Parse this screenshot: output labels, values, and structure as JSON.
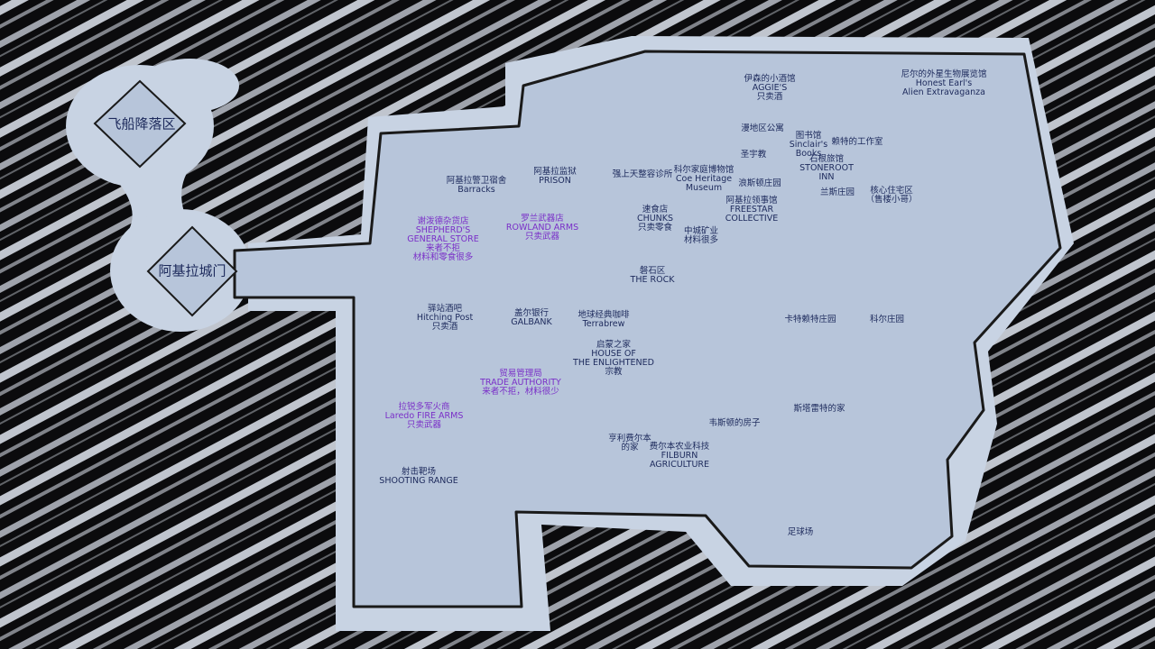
{
  "colors": {
    "background": "#0b0b0d",
    "texture": "#dfe5f0",
    "land": "#b7c5da",
    "halo": "#c8d3e3",
    "border": "#1a1a1a",
    "label": "#1d2a5c",
    "vendor": "#7a2fc8"
  },
  "gates": {
    "landing_zone": "飞船降落区",
    "city_gate": "阿基拉城门"
  },
  "locations": [
    {
      "id": "aggies",
      "lines": [
        "伊森的小酒馆",
        "AGGIE'S",
        "只卖酒"
      ],
      "vendor": false
    },
    {
      "id": "honest-earls",
      "lines": [
        "尼尔的外星生物展览馆",
        "Honest Earl's",
        "Alien Extravaganza"
      ],
      "vendor": false
    },
    {
      "id": "apartments",
      "lines": [
        "漫地区公寓"
      ],
      "vendor": false
    },
    {
      "id": "library",
      "lines": [
        "图书馆",
        "Sinclair's",
        "Books"
      ],
      "vendor": false
    },
    {
      "id": "workshop",
      "lines": [
        "赖特的工作室"
      ],
      "vendor": false
    },
    {
      "id": "church",
      "lines": [
        "圣宇教"
      ],
      "vendor": false
    },
    {
      "id": "stoneroot-inn",
      "lines": [
        "石根旅馆",
        "STONEROOT",
        "INN"
      ],
      "vendor": false
    },
    {
      "id": "prison",
      "lines": [
        "阿基拉监狱",
        "PRISON"
      ],
      "vendor": false
    },
    {
      "id": "barracks",
      "lines": [
        "阿基拉警卫宿舍",
        "Barracks"
      ],
      "vendor": false
    },
    {
      "id": "clinic",
      "lines": [
        "强上天整容诊所"
      ],
      "vendor": false
    },
    {
      "id": "museum",
      "lines": [
        "科尔家庭博物馆",
        "Coe Heritage",
        "Museum"
      ],
      "vendor": false
    },
    {
      "id": "manor",
      "lines": [
        "浪斯顿庄园"
      ],
      "vendor": false
    },
    {
      "id": "lance-manor",
      "lines": [
        "兰斯庄园"
      ],
      "vendor": false
    },
    {
      "id": "core-residential",
      "lines": [
        "核心住宅区",
        "（售楼小哥）"
      ],
      "vendor": false
    },
    {
      "id": "freestar",
      "lines": [
        "阿基拉领事馆",
        "FREESTAR",
        "COLLECTIVE"
      ],
      "vendor": false
    },
    {
      "id": "chunks",
      "lines": [
        "速食店",
        "CHUNKS",
        "只卖零食"
      ],
      "vendor": false
    },
    {
      "id": "mining",
      "lines": [
        "中城矿业",
        "材料很多"
      ],
      "vendor": false
    },
    {
      "id": "shepherds",
      "lines": [
        "谢泼德杂货店",
        "SHEPHERD'S",
        "GENERAL STORE",
        "来者不拒",
        "材料和零食很多"
      ],
      "vendor": true
    },
    {
      "id": "rowland",
      "lines": [
        "罗兰武器店",
        "ROWLAND ARMS",
        "只卖武器"
      ],
      "vendor": true
    },
    {
      "id": "the-rock",
      "lines": [
        "磐石区",
        "THE ROCK"
      ],
      "vendor": false
    },
    {
      "id": "hitching-post",
      "lines": [
        "驿站酒吧",
        "Hitching Post",
        "只卖酒"
      ],
      "vendor": false
    },
    {
      "id": "galbank",
      "lines": [
        "盖尔银行",
        "GALBANK"
      ],
      "vendor": false
    },
    {
      "id": "terrabrew",
      "lines": [
        "地球经典咖啡",
        "Terrabrew"
      ],
      "vendor": false
    },
    {
      "id": "enlightened",
      "lines": [
        "启蒙之家",
        "HOUSE OF",
        "THE ENLIGHTENED",
        "宗教"
      ],
      "vendor": false
    },
    {
      "id": "carter-manor",
      "lines": [
        "卡特赖特庄园"
      ],
      "vendor": false
    },
    {
      "id": "kohl-manor",
      "lines": [
        "科尔庄园"
      ],
      "vendor": false
    },
    {
      "id": "trade-authority",
      "lines": [
        "贸易管理局",
        "TRADE AUTHORITY",
        "来者不拒，材料很少"
      ],
      "vendor": true
    },
    {
      "id": "laredo",
      "lines": [
        "拉锐多军火商",
        "Laredo FIRE ARMS",
        "只卖武器"
      ],
      "vendor": true
    },
    {
      "id": "stratton-house",
      "lines": [
        "斯塔雷特的家"
      ],
      "vendor": false
    },
    {
      "id": "webster-house",
      "lines": [
        "韦斯顿的房子"
      ],
      "vendor": false
    },
    {
      "id": "henry-house",
      "lines": [
        "亨利费尔本",
        "的家"
      ],
      "vendor": false
    },
    {
      "id": "filburn",
      "lines": [
        "费尔本农业科技",
        "FILBURN",
        "AGRICULTURE"
      ],
      "vendor": false
    },
    {
      "id": "shooting-range",
      "lines": [
        "射击靶场",
        "SHOOTING RANGE"
      ],
      "vendor": false
    },
    {
      "id": "stadium",
      "lines": [
        "足球场"
      ],
      "vendor": false
    }
  ]
}
